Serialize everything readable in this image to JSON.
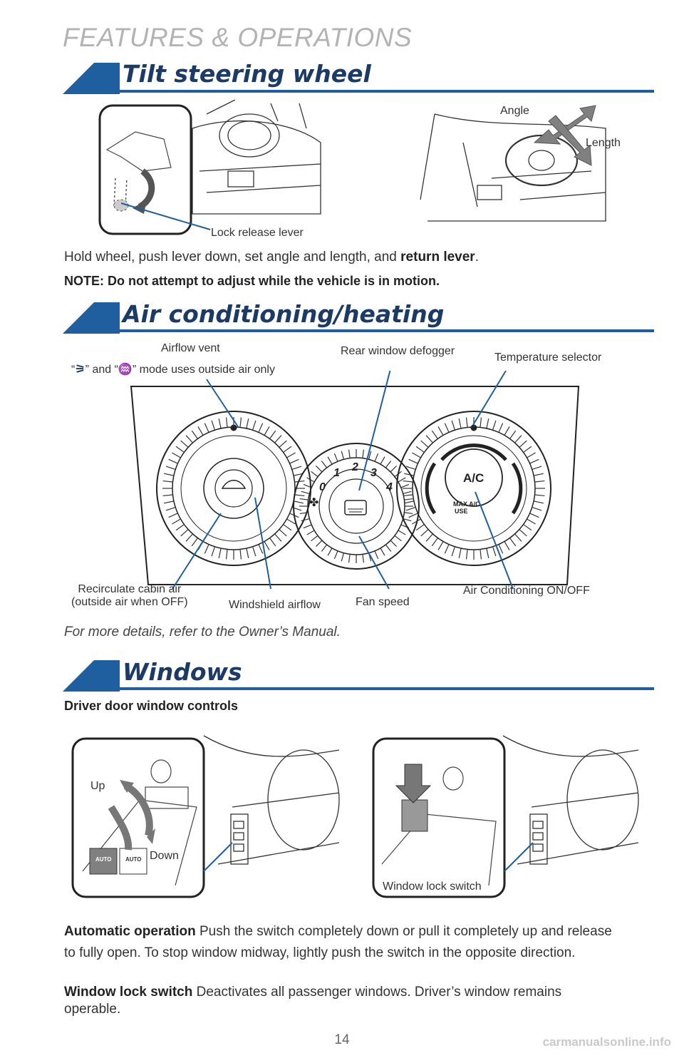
{
  "page_header": "FEATURES & OPERATIONS",
  "sections": {
    "tilt": {
      "title": "Tilt steering wheel",
      "callouts": {
        "lock_release": "Lock release lever",
        "angle": "Angle",
        "length": "Length"
      },
      "instruction_pre": "Hold wheel, push lever down, set angle and length, and ",
      "instruction_bold": "return lever",
      "instruction_post": ".",
      "note": "NOTE: Do not attempt to adjust while the vehicle is in motion."
    },
    "ac": {
      "title": "Air conditioning/heating",
      "callouts": {
        "airflow_vent": "Airflow vent",
        "mode_pre": "“",
        "mode_and": "” and “",
        "mode_post": "” mode uses outside air only",
        "rear_defogger": "Rear window defogger",
        "temperature": "Temperature selector",
        "recirculate_1": "Recirculate cabin air",
        "recirculate_2": "(outside air when OFF)",
        "windshield": "Windshield airflow",
        "fan_speed": "Fan speed",
        "ac_onoff": "Air Conditioning ON/OFF"
      },
      "panel_labels": {
        "fan_numbers": [
          "0",
          "1",
          "2",
          "3",
          "4"
        ],
        "ac_button": "A/C",
        "max_ac_1": "MAX A/C",
        "max_ac_2": "USE"
      },
      "footnote": "For more details, refer to the Owner’s Manual."
    },
    "windows": {
      "title": "Windows",
      "subhead": "Driver door window controls",
      "callouts": {
        "up": "Up",
        "down": "Down",
        "window_lock": "Window lock switch"
      },
      "switch_label": "AUTO",
      "auto_bold": "Automatic operation",
      "auto_text": " Push the switch completely down or pull it completely up and release to fully open. To stop window midway, lightly push the switch in the opposite direction.",
      "lock_bold": "Window lock switch",
      "lock_text": " Deactivates all passenger windows. Driver’s window remains operable."
    }
  },
  "page_number": "14",
  "watermark": "carmanualsonline.info",
  "colors": {
    "accent": "#1f5fa0",
    "accent_dark": "#1b3a66",
    "header_gray": "#b3b3b3"
  }
}
